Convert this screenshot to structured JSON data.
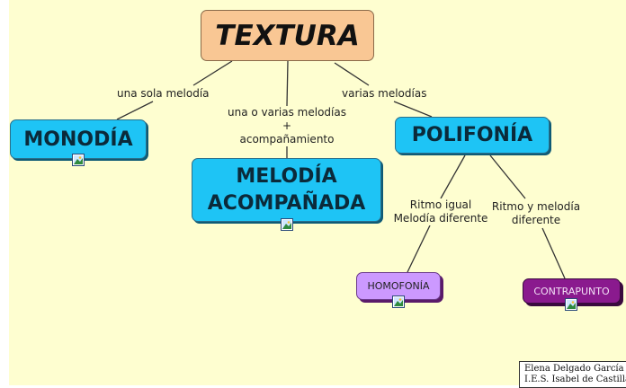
{
  "map": {
    "root": "TEXTURA",
    "concepts": {
      "monodia": "MONODÍA",
      "melodia_1": "MELODÍA",
      "melodia_2": "ACOMPAÑADA",
      "polifonia": "POLIFONÍA",
      "homofonia": "HOMOFONÍA",
      "contrapunto": "CONTRAPUNTO"
    },
    "links": {
      "una_sola": "una sola melodía",
      "varias_1": "una o varias melodías",
      "varias_2": "+",
      "varias_3": "acompañamiento",
      "varias_melodias": "varias melodías",
      "ritmo_igual_1": "Ritmo igual",
      "ritmo_igual_2": "Melodía diferente",
      "ritmo_y_melodia_1": "Ritmo y melodía",
      "ritmo_y_melodia_2": "diferente"
    },
    "image_icon": "image-icon",
    "colors": {
      "background": "#fefed0",
      "root": "#f9c794",
      "blue": "#1ec4f5",
      "lilac": "#cc99ff",
      "purple": "#8a1a8e"
    }
  },
  "credit": {
    "line1": "Elena Delgado García",
    "line2": "I.E.S. Isabel de Castilla"
  }
}
